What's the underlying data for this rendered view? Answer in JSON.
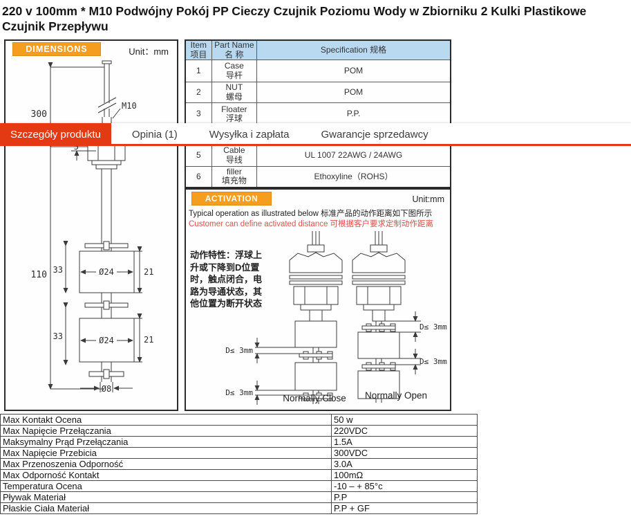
{
  "page": {
    "title": "220 v 100mm * M10 Podwójny Pokój PP Cieczy Czujnik Poziomu Wody w Zbiorniku 2 Kulki Plastikowe Czujnik Przepływu"
  },
  "tabs": {
    "items": [
      {
        "label": "Szczegóły produktu",
        "active": true
      },
      {
        "label": "Opinia (1)",
        "active": false
      },
      {
        "label": "Wysyłka i zapłata",
        "active": false
      },
      {
        "label": "Gwarancje sprzedawcy",
        "active": false
      }
    ],
    "accent_color": "#e43a14"
  },
  "dimensions_panel": {
    "badge": "DIMENSIONS",
    "unit": "Unit：mm",
    "badge_color": "#f59d1f",
    "dims": {
      "cable_length": "300",
      "thread": "M10",
      "nut_offset": "5",
      "body_length": "110",
      "float_top_gap": "33",
      "float_bottom_gap": "33",
      "float_dia_top": "Ø24",
      "float_dia_bottom": "Ø24",
      "float_h_top": "21",
      "float_h_bottom": "21",
      "stem_dia": "Ø8"
    }
  },
  "parts_table": {
    "headers": {
      "item_en": "Item",
      "item_zh": "项目",
      "name_en": "Part Name",
      "name_zh": "名 称",
      "spec": "Specification  规格"
    },
    "header_bg": "#b9d9f1",
    "rows": [
      {
        "item": "1",
        "name_en": "Case",
        "name_zh": "导杆",
        "spec": "POM"
      },
      {
        "item": "2",
        "name_en": "NUT",
        "name_zh": "螺母",
        "spec": "POM"
      },
      {
        "item": "3",
        "name_en": "Floater",
        "name_zh": "浮球",
        "spec": "P.P."
      },
      {
        "item": "",
        "name_en": "",
        "name_zh": "",
        "spec": ""
      },
      {
        "item": "5",
        "name_en": "Cable",
        "name_zh": "导线",
        "spec": "UL 1007  22AWG / 24AWG"
      },
      {
        "item": "6",
        "name_en": "filler",
        "name_zh": "填充物",
        "spec": "Ethoxyline（ROHS）"
      }
    ]
  },
  "activation_panel": {
    "badge": "ACTIVATION",
    "unit": "Unit:mm",
    "line1": "Typical operation as illustrated below 标准产品的动作距离如下图所示",
    "line2": "Customer can define activated distance 可根据客户要求定制动作距离",
    "line2_color": "#d9534f",
    "note_lines": [
      "动作特性：浮球上",
      "升或下降到D位置",
      "时，触点闭合，电",
      "路为导通状态，其",
      "他位置为断开状态"
    ],
    "d_label": "D≤ 3mm",
    "captions": [
      "Normally Close",
      "Normally Open"
    ]
  },
  "spec_table": {
    "rows": [
      {
        "label": "Max Kontakt Ocena",
        "value": "50 w"
      },
      {
        "label": "Max Napięcie Przełączania",
        "value": "220VDC"
      },
      {
        "label": "Maksymalny Prąd Przełączania",
        "value": "1.5A"
      },
      {
        "label": "Max Napięcie Przebicia",
        "value": "300VDC"
      },
      {
        "label": "Max Przenoszenia Odporność",
        "value": "3.0A"
      },
      {
        "label": "Max Odporność Kontakt",
        "value": "100mΩ"
      },
      {
        "label": "Temperatura Ocena",
        "value": "-10 – + 85°c"
      },
      {
        "label": "Pływak Materiał",
        "value": "P.P"
      },
      {
        "label": "Płaskie Ciała Materiał",
        "value": "P.P + GF"
      }
    ]
  }
}
